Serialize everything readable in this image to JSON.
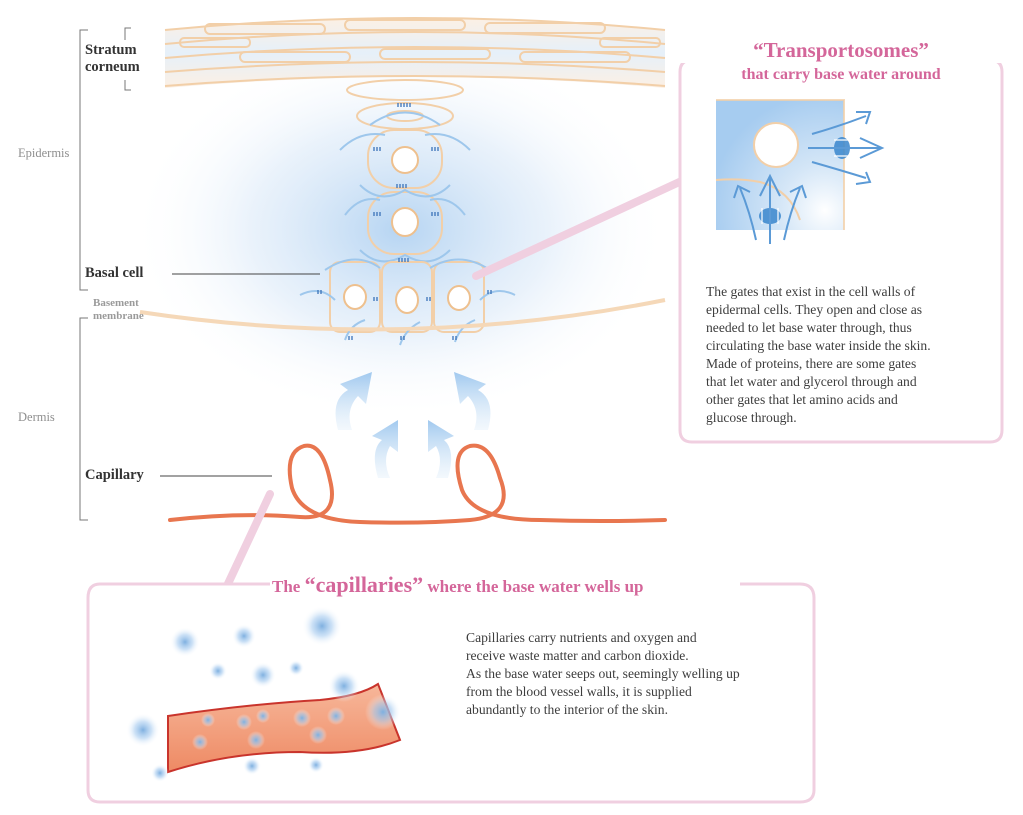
{
  "layers": {
    "epidermis": "Epidermis",
    "dermis": "Dermis",
    "stratum_corneum_line1": "Stratum",
    "stratum_corneum_line2": "corneum",
    "basal_cell": "Basal cell",
    "basement_membrane_line1": "Basement",
    "basement_membrane_line2": "membrane",
    "capillary": "Capillary"
  },
  "transportosomes": {
    "title": "“Transportosomes”",
    "subtitle": "that carry base water around",
    "description": [
      "The gates that exist in the cell walls of",
      "epidermal cells. They open and close as",
      "needed to let base water through, thus",
      "circulating the base water inside the skin.",
      "Made of proteins, there are some gates",
      "that let water and glycerol through and",
      "other gates that let amino acids and",
      "glucose through."
    ]
  },
  "capillaries": {
    "title_pre": "The ",
    "title_main": "“capillaries”",
    "title_post": " where the base water wells up",
    "description": [
      "Capillaries carry nutrients and oxygen and",
      "receive waste matter and carbon dioxide.",
      "As the base water seeps out, seemingly welling up",
      "from the blood vessel walls, it is supplied",
      "abundantly to the interior of the skin."
    ]
  },
  "colors": {
    "pink": "#d4669a",
    "pink_frame": "#f0cfe0",
    "capillary": "#e8764f",
    "water_blue": "#7fb6e6",
    "cell_beige": "#f3c99a"
  }
}
